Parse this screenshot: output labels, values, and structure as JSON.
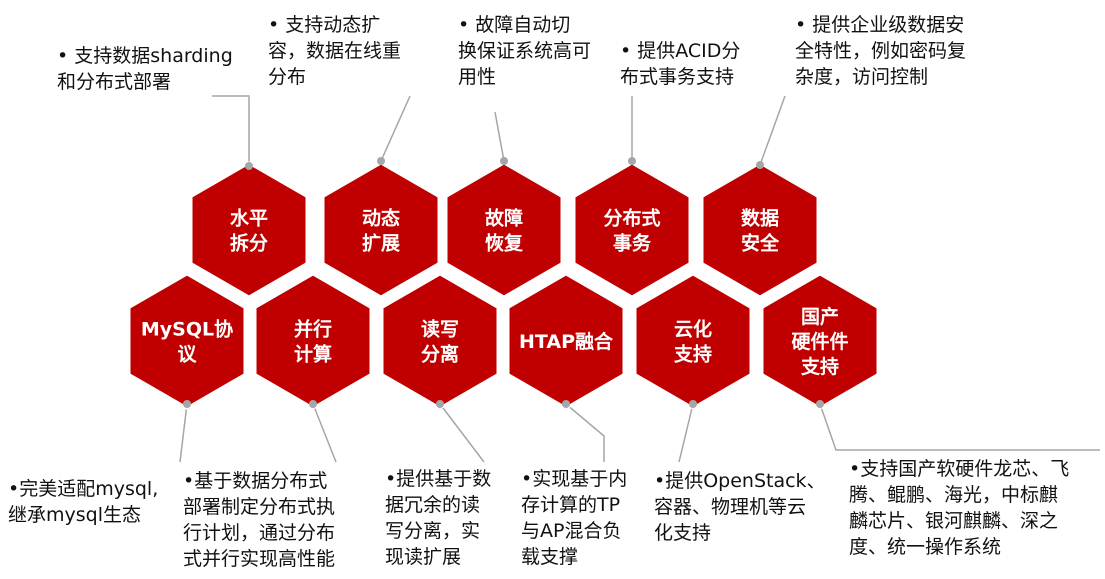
{
  "colors": {
    "hex_fill": "#C00000",
    "hex_border": "#FFFFFF",
    "connector": "#A6A6A6",
    "dot": "#A6A6A6",
    "text": "#111111"
  },
  "features": [
    {
      "id": "horizontal-sharding",
      "label_lines": [
        "水平",
        "拆分"
      ],
      "description": "•  支持数据sharding\n和分布式部署"
    },
    {
      "id": "dynamic-scaling",
      "label_lines": [
        "动态",
        "扩展"
      ],
      "description": "•  支持动态扩\n容，数据在线重\n分布"
    },
    {
      "id": "failure-recovery",
      "label_lines": [
        "故障",
        "恢复"
      ],
      "description": "•  故障自动切\n换保证系统高可\n用性"
    },
    {
      "id": "distributed-transaction",
      "label_lines": [
        "分布式",
        "事务"
      ],
      "description": "•  提供ACID分\n布式事务支持"
    },
    {
      "id": "data-security",
      "label_lines": [
        "数据",
        "安全"
      ],
      "description": "•  提供企业级数据安\n全特性，例如密码复\n杂度，访问控制"
    },
    {
      "id": "mysql-protocol",
      "label_lines": [
        "MySQL协",
        "议"
      ],
      "description": "•完美适配mysql,\n继承mysql生态"
    },
    {
      "id": "parallel-computing",
      "label_lines": [
        "并行",
        "计算"
      ],
      "description": "•基于数据分布式\n部署制定分布式执\n行计划，通过分布\n式并行实现高性能"
    },
    {
      "id": "read-write-split",
      "label_lines": [
        "读写",
        "分离"
      ],
      "description": "•提供基于数\n据冗余的读\n写分离，实\n现读扩展"
    },
    {
      "id": "htap-fusion",
      "label_lines": [
        "HTAP融合"
      ],
      "description": "•实现基于内\n存计算的TP\n与AP混合负\n载支撑"
    },
    {
      "id": "cloud-support",
      "label_lines": [
        "云化",
        "支持"
      ],
      "description": "•提供OpenStack、\n容器、物理机等云\n化支持"
    },
    {
      "id": "domestic-hardware",
      "label_lines": [
        "国产",
        "硬件件",
        "支持"
      ],
      "description": "•支持国产软硬件龙芯、飞\n腾、鲲鹏、海光，中标麒\n麟芯片、银河麒麟、深之\n度、统一操作系统"
    }
  ]
}
